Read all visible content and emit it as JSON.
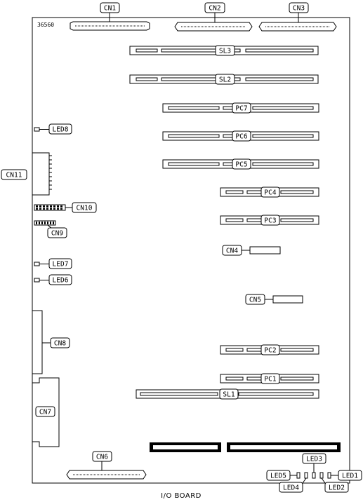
{
  "board": {
    "id_text": "36560",
    "caption": "I/O BOARD"
  },
  "labels": {
    "cn1": "CN1",
    "cn2": "CN2",
    "cn3": "CN3",
    "cn4": "CN4",
    "cn5": "CN5",
    "cn6": "CN6",
    "cn7": "CN7",
    "cn8": "CN8",
    "cn9": "CN9",
    "cn10": "CN10",
    "cn11": "CN11",
    "sl1": "SL1",
    "sl2": "SL2",
    "sl3": "SL3",
    "pc1": "PC1",
    "pc2": "PC2",
    "pc3": "PC3",
    "pc4": "PC4",
    "pc5": "PC5",
    "pc6": "PC6",
    "pc7": "PC7",
    "led1": "LED1",
    "led2": "LED2",
    "led3": "LED3",
    "led4": "LED4",
    "led5": "LED5",
    "led6": "LED6",
    "led7": "LED7",
    "led8": "LED8"
  }
}
